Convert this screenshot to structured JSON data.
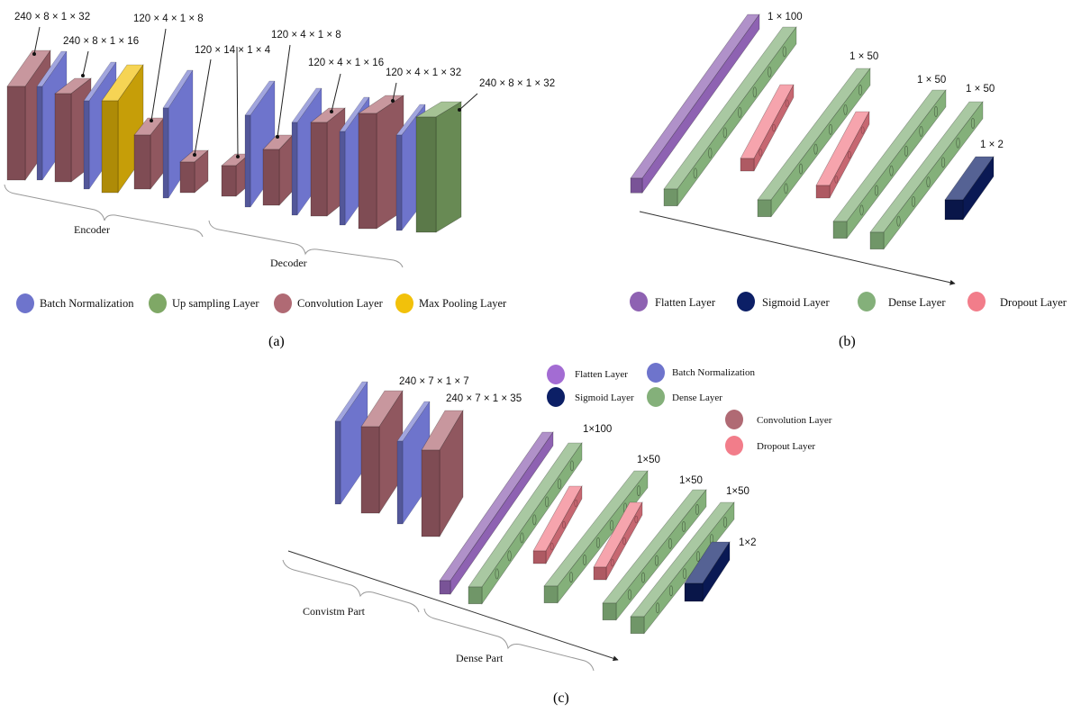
{
  "panel_a": {
    "caption": "(a)",
    "group_labels": {
      "encoder": "Encoder",
      "decoder": "Decoder"
    },
    "dims": [
      "240 × 8 × 1 × 32",
      "240 × 8 × 1 × 16",
      "120 × 4 × 1 × 8",
      "120 × 14 × 1 × 4",
      "120 × 4 × 1 × 8",
      "120 × 4 × 1 × 16",
      "120 × 4 × 1 × 32",
      "240 × 8 × 1 × 32"
    ],
    "legend": [
      {
        "label": "Batch Normalization",
        "color": "#6E74CC"
      },
      {
        "label": "Up sampling Layer",
        "color": "#7FA866"
      },
      {
        "label": "Convolution Layer",
        "color": "#B06A74"
      },
      {
        "label": "Max Pooling Layer",
        "color": "#F2C10A"
      }
    ]
  },
  "panel_b": {
    "caption": "(b)",
    "dims": [
      "1 × 100",
      "1 × 50",
      "1 × 50",
      "1 × 50",
      "1 × 2"
    ],
    "legend": [
      {
        "label": "Flatten Layer",
        "color": "#8E62B2"
      },
      {
        "label": "Sigmoid Layer",
        "color": "#0C1F66"
      },
      {
        "label": "Dense Layer",
        "color": "#84B07A"
      },
      {
        "label": "Dropout Layer",
        "color": "#F27D8A"
      }
    ]
  },
  "panel_c": {
    "caption": "(c)",
    "group_labels": {
      "conv": "Convistm Part",
      "dense": "Dense Part"
    },
    "dims": [
      "240 × 7 × 1 × 7",
      "240 × 7 × 1 × 35",
      "1×100",
      "1×50",
      "1×50",
      "1×50",
      "1×2"
    ],
    "legend": [
      {
        "label": "Flatten Layer",
        "color": "#A36CD3"
      },
      {
        "label": "Batch Normalization",
        "color": "#6E74CC"
      },
      {
        "label": "Sigmoid Layer",
        "color": "#0C1F66"
      },
      {
        "label": "Dense Layer",
        "color": "#84B07A"
      },
      {
        "label": "Convolution Layer",
        "color": "#B06A74"
      },
      {
        "label": "Dropout Layer",
        "color": "#F27D8A"
      }
    ]
  },
  "colors": {
    "batch_norm": "#6E74CC",
    "upsampling": "#7FA866",
    "convolution": "#B06A74",
    "max_pooling": "#F2C10A",
    "flatten": "#8E62B2",
    "sigmoid": "#0C1F66",
    "dense": "#84B07A",
    "dropout": "#F27D8A"
  }
}
